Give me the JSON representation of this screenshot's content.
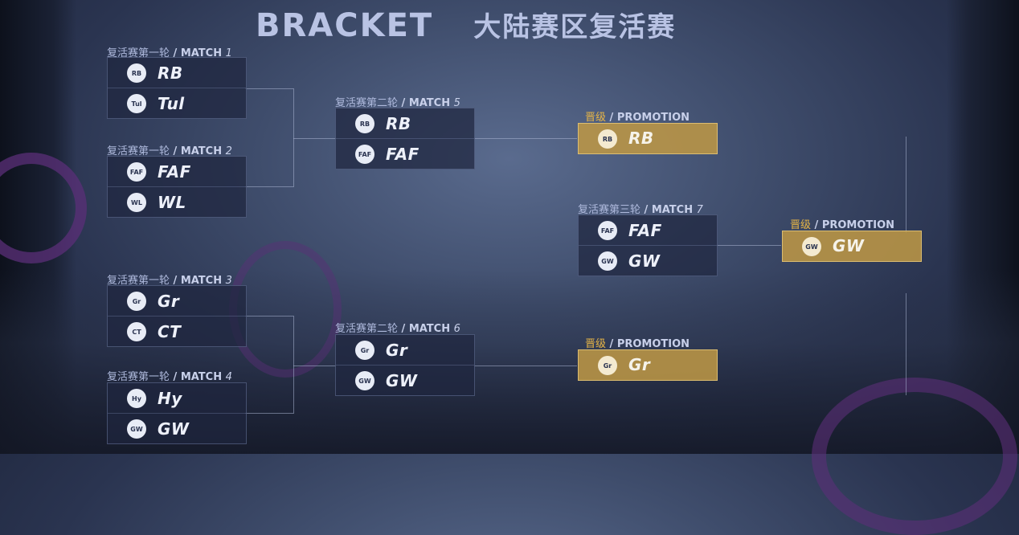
{
  "title": {
    "main": "BRACKET",
    "sub": "大陆赛区复活赛"
  },
  "matches": {
    "m1": {
      "stage": "复活赛第一轮",
      "prefix": "/ MATCH",
      "number": "1",
      "team1": "RB",
      "team2": "Tul",
      "logo1": "RB",
      "logo2": "Tul"
    },
    "m2": {
      "stage": "复活赛第一轮",
      "prefix": "/ MATCH",
      "number": "2",
      "team1": "FAF",
      "team2": "WL",
      "logo1": "FAF",
      "logo2": "WL"
    },
    "m3": {
      "stage": "复活赛第一轮",
      "prefix": "/ MATCH",
      "number": "3",
      "team1": "Gr",
      "team2": "CT",
      "logo1": "Gr",
      "logo2": "CT"
    },
    "m4": {
      "stage": "复活赛第一轮",
      "prefix": "/ MATCH",
      "number": "4",
      "team1": "Hy",
      "team2": "GW",
      "logo1": "Hy",
      "logo2": "GW"
    },
    "m5": {
      "stage": "复活赛第二轮",
      "prefix": "/ MATCH",
      "number": "5",
      "team1": "RB",
      "team2": "FAF",
      "logo1": "RB",
      "logo2": "FAF"
    },
    "m6": {
      "stage": "复活赛第二轮",
      "prefix": "/ MATCH",
      "number": "6",
      "team1": "Gr",
      "team2": "GW",
      "logo1": "Gr",
      "logo2": "GW"
    },
    "m7": {
      "stage": "复活赛第三轮",
      "prefix": "/ MATCH",
      "number": "7",
      "team1": "FAF",
      "team2": "GW",
      "logo1": "FAF",
      "logo2": "GW"
    }
  },
  "promotions": {
    "p1": {
      "cn": "晋级",
      "en": "/ PROMOTION",
      "team": "RB",
      "logo": "RB"
    },
    "p2": {
      "cn": "晋级",
      "en": "/ PROMOTION",
      "team": "Gr",
      "logo": "Gr"
    },
    "p3": {
      "cn": "晋级",
      "en": "/ PROMOTION",
      "team": "GW",
      "logo": "GW"
    }
  },
  "colors": {
    "promotion_fill": "#bc9646",
    "promotion_label": "#e8b646",
    "box_fill": "#1e263e"
  }
}
